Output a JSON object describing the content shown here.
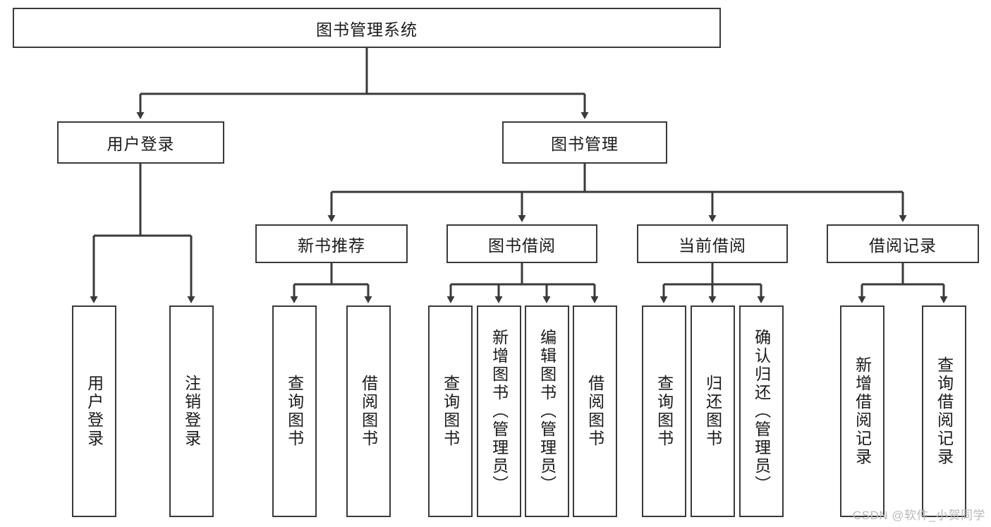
{
  "diagram": {
    "type": "tree-flowchart",
    "title": "图书管理系统",
    "watermark": "CSDN @软件_小贺同学",
    "colors": {
      "stroke": "#3a3a3a",
      "fill": "#ffffff",
      "text": "#1a1a1a",
      "watermark": "#b9b9b9"
    },
    "root": {
      "label": "图书管理系统"
    },
    "level2": [
      {
        "label": "用户登录"
      },
      {
        "label": "图书管理"
      }
    ],
    "level3": [
      {
        "label": "新书推荐"
      },
      {
        "label": "图书借阅"
      },
      {
        "label": "当前借阅"
      },
      {
        "label": "借阅记录"
      }
    ],
    "leaves": {
      "user_login": [
        {
          "label": "用户登录"
        },
        {
          "label": "注销登录"
        }
      ],
      "new_book_recommend": [
        {
          "label": "查询图书"
        },
        {
          "label": "借阅图书"
        }
      ],
      "book_borrow": [
        {
          "label": "查询图书"
        },
        {
          "label": "新增图书（管理员）"
        },
        {
          "label": "编辑图书（管理员）"
        },
        {
          "label": "借阅图书"
        }
      ],
      "current_borrow": [
        {
          "label": "查询图书"
        },
        {
          "label": "归还图书"
        },
        {
          "label": "确认归还（管理员）"
        }
      ],
      "borrow_record": [
        {
          "label": "新增借阅记录"
        },
        {
          "label": "查询借阅记录"
        }
      ]
    }
  }
}
